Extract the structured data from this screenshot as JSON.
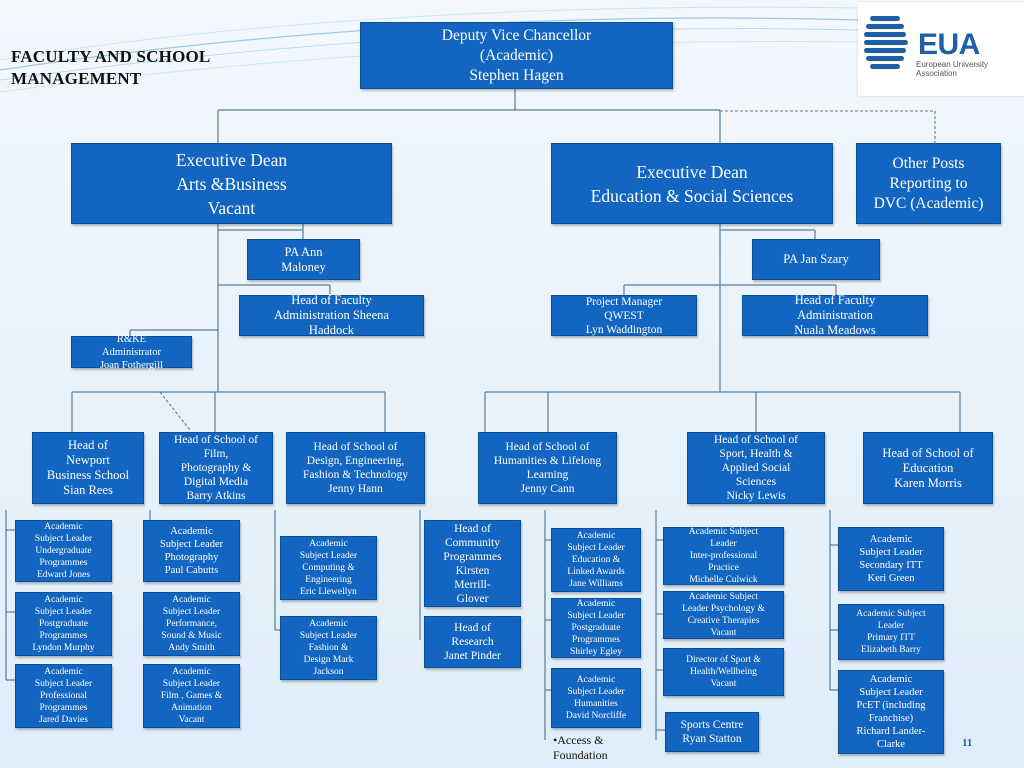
{
  "header": {
    "title": "FACULTY AND SCHOOL\nMANAGEMENT"
  },
  "logo": {
    "wordmark": "EUA",
    "subtitle": "European University Association"
  },
  "boxes": {
    "dvc": "Deputy Vice Chancellor\n(Academic)\nStephen Hagen",
    "dean_arts": "Executive Dean\nArts &Business\nVacant",
    "dean_edu": "Executive Dean\nEducation & Social Sciences",
    "other_posts": "Other Posts\nReporting to\nDVC (Academic)",
    "pa_ann": "PA Ann\nMaloney",
    "pa_jan": "PA  Jan Szary",
    "hof_admin_sheena": "Head of Faculty\nAdministration Sheena\nHaddock",
    "project_manager": "Project Manager\nQWEST\nLyn Waddington",
    "hof_admin_nuala": "Head of Faculty\nAdministration\nNuala Meadows",
    "rke_admin": "R&KE\nAdministrator\nJoan Fothergill",
    "hos_newport": "Head of\nNewport\nBusiness School\nSian Rees",
    "hos_film": "Head of School of\nFilm,\nPhotography &\nDigital Media\nBarry Atkins",
    "hos_design": "Head of School of\nDesign, Engineering,\nFashion & Technology\nJenny Hann",
    "hos_humanities": "Head of School of\nHumanities & Lifelong\nLearning\nJenny Cann",
    "hos_sport": "Head of School of\nSport, Health &\nApplied Social\nSciences\nNicky Lewis",
    "hos_education": "Head of School of\nEducation\nKaren Morris",
    "asl_undergrad": "Academic\nSubject Leader\nUndergraduate\nProgrammes\nEdward Jones",
    "asl_postgrad_lyndon": "Academic\nSubject Leader\nPostgraduate\nProgrammes\nLyndon Murphy",
    "asl_professional": "Academic\nSubject Leader\nProfessional\nProgrammes\nJared Davies",
    "asl_photography": "Academic\nSubject Leader\nPhotography\nPaul Cabutts",
    "asl_performance": "Academic\nSubject Leader\nPerformance,\nSound & Music\nAndy Smith",
    "asl_film_games": "Academic\nSubject Leader\nFilm , Games &\nAnimation\nVacant",
    "asl_computing": "Academic\nSubject Leader\nComputing &\nEngineering\nEric Llewellyn",
    "asl_fashion": "Academic\nSubject Leader\nFashion &\nDesign Mark\nJackson",
    "head_community": "Head of\nCommunity\nProgrammes\nKirsten\nMerrill-\nGlover",
    "head_research": "Head of\nResearch\nJanet Pinder",
    "asl_education_linked": "Academic\nSubject Leader\nEducation &\nLinked Awards\nJane Williams",
    "asl_postgrad_shirley": "Academic\nSubject Leader\nPostgraduate\nProgrammes\nShirley Egley",
    "asl_humanities": "Academic\nSubject Leader\nHumanities\nDavid Norcliffe",
    "asl_interprof": "Academic Subject\nLeader\nInter-professional\nPractice\nMichelle Culwick",
    "asl_psychology": "Academic Subject\nLeader Psychology &\nCreative Therapies\nVacant",
    "director_sport": "Director of Sport &\nHealth/Wellbeing\nVacant",
    "sports_centre": "Sports Centre\nRyan Statton",
    "asl_secondary": "Academic\nSubject Leader\nSecondary ITT\nKeri Green",
    "asl_primary": "Academic Subject\nLeader\nPrimary ITT\nElizabeth Barry",
    "asl_pcet": "Academic\nSubject Leader\nPcET  (including\nFranchise)\nRichard Lander-\nClarke"
  },
  "footer": {
    "access_note": "•Access &\nFoundation",
    "page_number": "11"
  },
  "colors": {
    "box_fill": "#1265c0",
    "box_border": "#0b4f9a",
    "connector": "#5a7d99"
  }
}
